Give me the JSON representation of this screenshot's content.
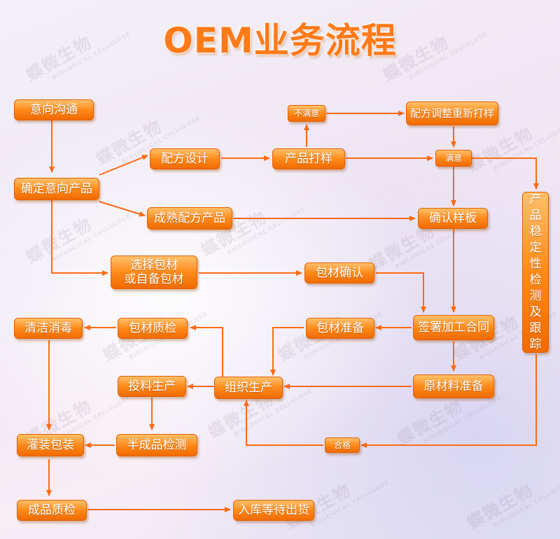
{
  "title": "OEM业务流程",
  "watermark": {
    "text": "蝶微生物",
    "subtext": "BIOLOGICAL CELLULOSE"
  },
  "colors": {
    "box_top": "#ffc06a",
    "box_bottom": "#f06a00",
    "arrow": "#ff6a13",
    "title": "#ff7a18"
  },
  "nodes": {
    "intent_communication": "意向沟通",
    "confirm_intent_product": "确定意向产品",
    "formula_design": "配方设计",
    "sample_making": "产品打样",
    "not_satisfied": "不满意",
    "satisfied": "满意",
    "formula_adjust_resample": "配方调整重新打样",
    "mature_formula_product": "成熟配方产品",
    "confirm_sample": "确认样板",
    "stability_test": "产品稳定性检测及跟踪",
    "select_packaging": "选择包材\n或自备包材",
    "packaging_confirm": "包材确认",
    "sign_contract": "签署加工合同",
    "packaging_prep": "包材准备",
    "packaging_qc": "包材质检",
    "clean_disinfect": "清洁消毒",
    "raw_material_prep": "原材料准备",
    "organize_production": "组织生产",
    "feed_production": "投料生产",
    "pass": "合格",
    "semi_product_test": "半成品检测",
    "fill_package": "灌装包装",
    "finished_qc": "成品质检",
    "warehouse_shipping": "入库等待出货"
  }
}
